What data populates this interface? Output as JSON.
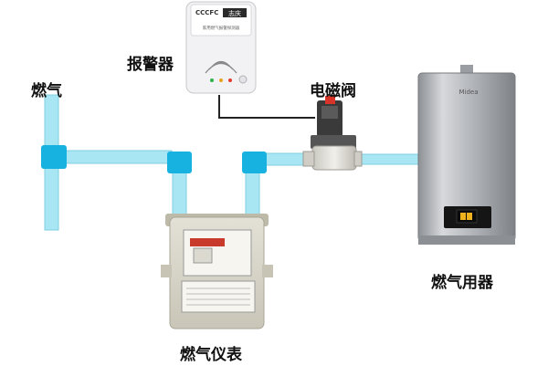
{
  "labels": {
    "gas": "燃气",
    "alarm": "报警器",
    "valve": "电磁阀",
    "meter": "燃气仪表",
    "appliance": "燃气用器"
  },
  "alarm_face": {
    "cert_marks": "CCCFC",
    "brand": "志庆",
    "product_line": "家用燃气报警探测器"
  },
  "heater_face": {
    "brand": "Midea"
  },
  "colors": {
    "pipe": "#a9e6f3",
    "pipe_edge": "#7fcfe0",
    "fitting": "#18b2e0",
    "wire": "#222222",
    "alarm_body": "#f2f2f4",
    "meter_body": "#d8d6c9",
    "heater_body": "#b9bcc0"
  }
}
